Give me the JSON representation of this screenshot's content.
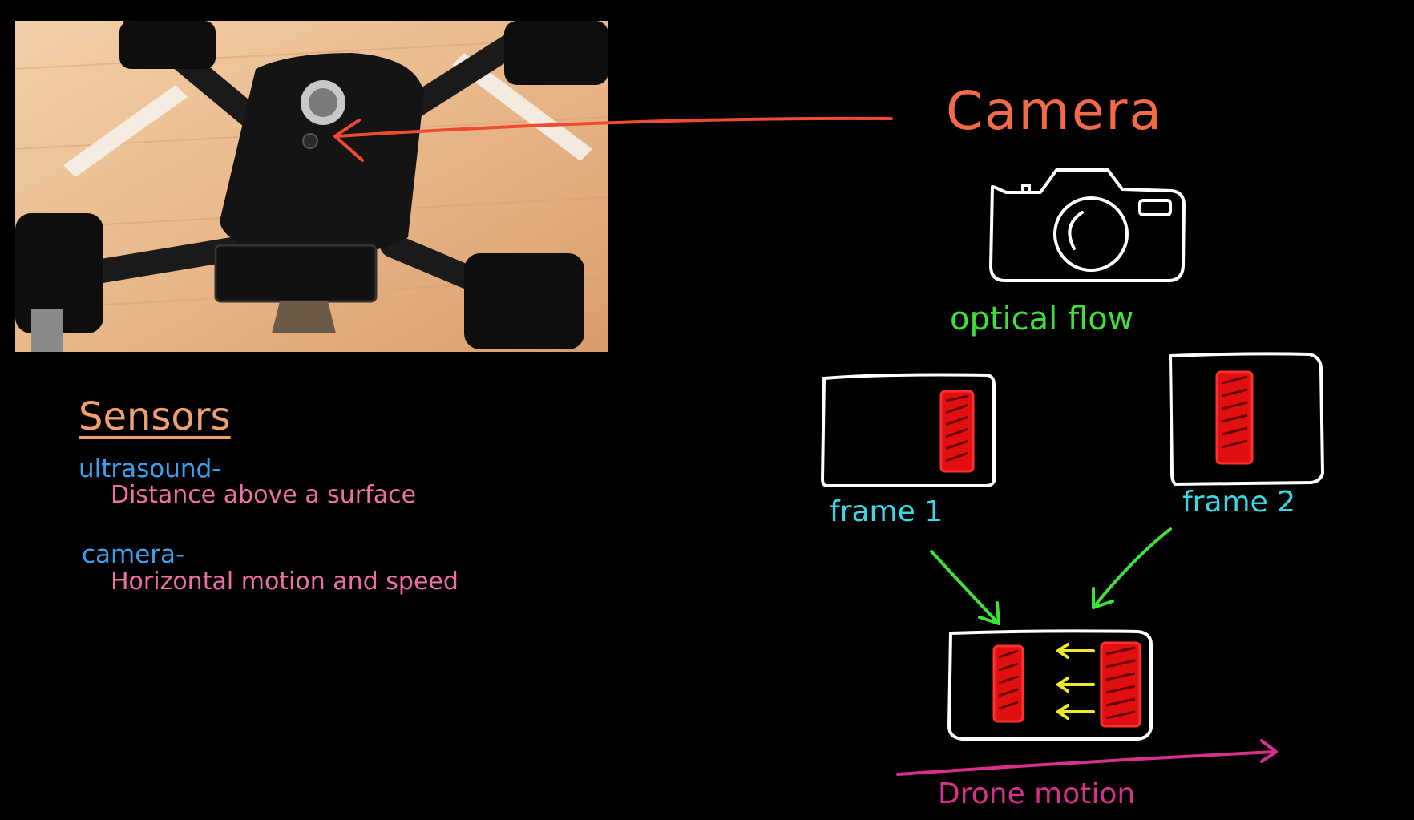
{
  "sensors_title": "Sensors",
  "ultrasound": {
    "label": "ultrasound-",
    "description": "Distance above a surface"
  },
  "camera_sensor": {
    "label": "camera-",
    "description": "Horizontal motion and speed"
  },
  "camera_title": "Camera",
  "optical_flow": "optical flow",
  "frame1": "frame 1",
  "frame2": "frame 2",
  "drone_motion": "Drone motion",
  "colors": {
    "background": "#000000",
    "sensors_title": "#f0a070",
    "sensor_label": "#3aa0f0",
    "sensor_desc": "#ee6fa8",
    "camera_title": "#f26a48",
    "optical_flow": "#3ee03a",
    "frame_label": "#38d8e8",
    "frame_stroke": "#ffffff",
    "object_fill": "#e01010",
    "motion_arrows": "#f0e830",
    "drone_motion": "#d8308c",
    "pointer_arrow": "#f24a30"
  },
  "icons": {
    "camera": "camera-outline-icon",
    "photo": "drone-underside-photo"
  }
}
